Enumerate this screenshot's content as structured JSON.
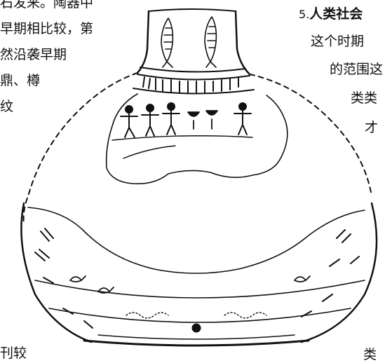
{
  "left_text": {
    "line1": "石发来。陶器中",
    "line2": "早期相比较，第",
    "line3": "然沿袭早期",
    "line4": "鼎、樽",
    "line5": "纹",
    "line6": "刊较"
  },
  "right_text": {
    "heading_number": "5.",
    "heading": "人类社会",
    "line1": "这个时期",
    "line2": "的范围这",
    "line3": "类类",
    "line4": "才",
    "line5": "类"
  },
  "colors": {
    "ink": "#111111",
    "paper": "#ffffff"
  },
  "figure": {
    "subject": "painted pottery jar line drawing",
    "icons": [
      "fish-icon",
      "human-figure-icon",
      "bird-icon",
      "bowl-icon"
    ]
  }
}
